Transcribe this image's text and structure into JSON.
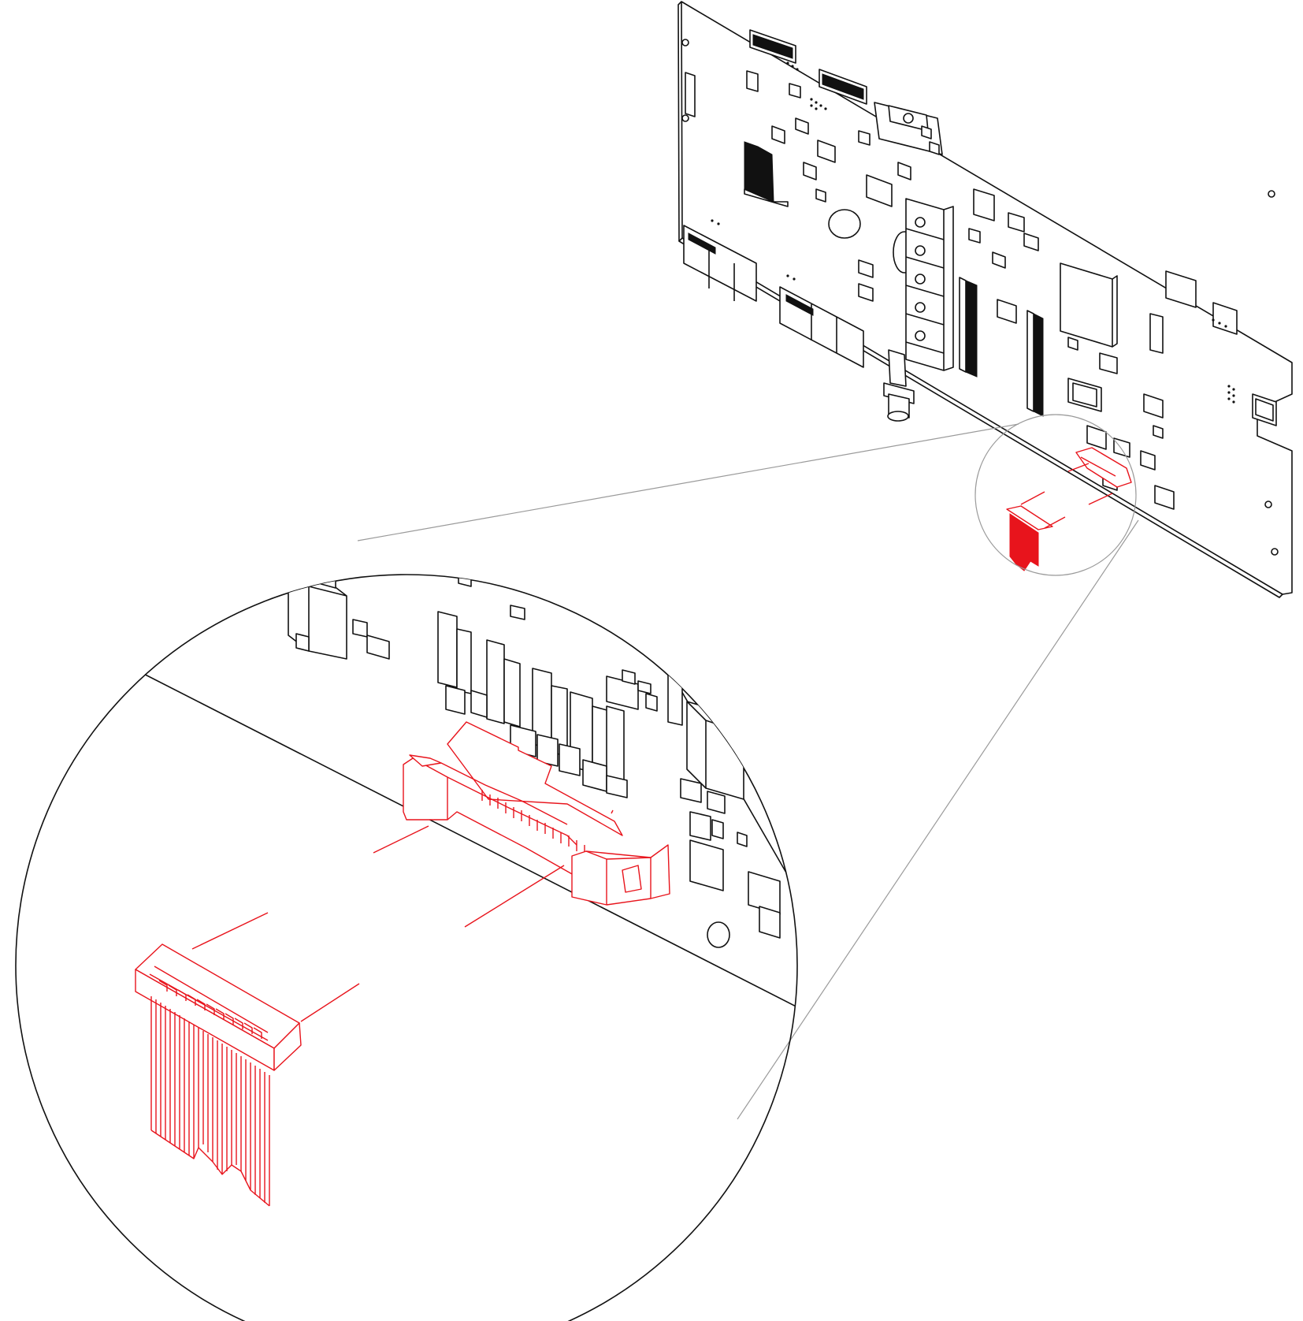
{
  "colors": {
    "line": "#111111",
    "highlight": "#e8141c",
    "callout": "#9a9a9a",
    "background": "#ffffff"
  },
  "components": [
    {
      "name": "circuit-board",
      "highlighted": false
    },
    {
      "name": "box-header-connector",
      "highlighted": true
    },
    {
      "name": "ribbon-cable-plug",
      "highlighted": true
    }
  ]
}
